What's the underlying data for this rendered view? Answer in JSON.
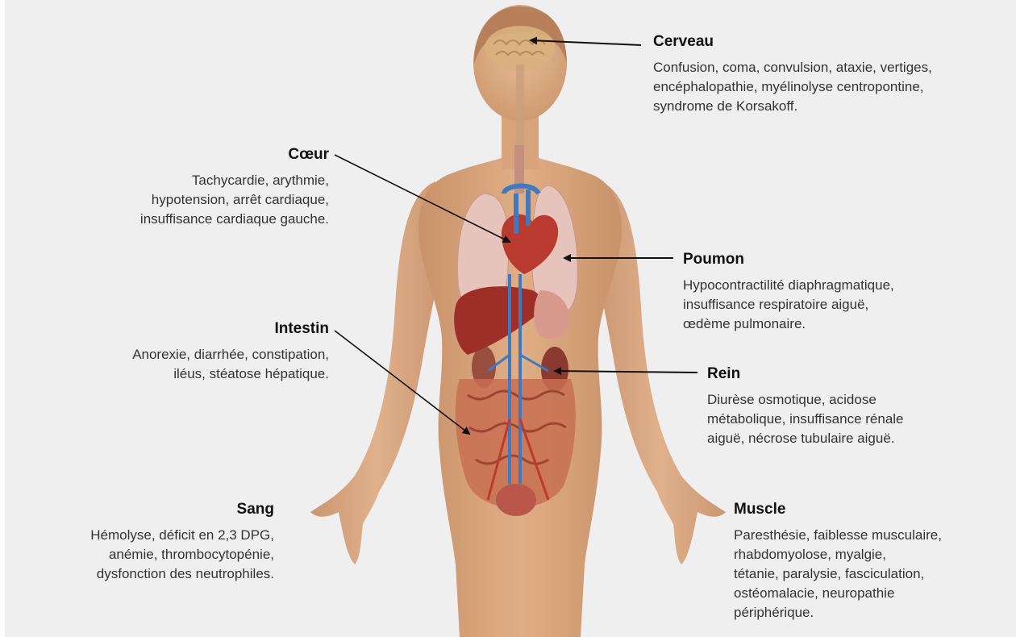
{
  "organs": {
    "cerveau": {
      "title": "Cerveau",
      "desc": "Confusion, coma, convulsion, ataxie, vertiges,\nencéphalopathie, myélinolyse centropontine,\nsyndrome de Korsakoff."
    },
    "coeur": {
      "title": "Cœur",
      "desc": "Tachycardie, arythmie,\nhypotension, arrêt cardiaque,\ninsuffisance cardiaque gauche."
    },
    "poumon": {
      "title": "Poumon",
      "desc": "Hypocontractilité diaphragmatique,\ninsuffisance respiratoire aiguë,\nœdème pulmonaire."
    },
    "intestin": {
      "title": "Intestin",
      "desc": "Anorexie, diarrhée, constipation,\niléus, stéatose hépatique."
    },
    "rein": {
      "title": "Rein",
      "desc": "Diurèse osmotique, acidose\nmétabolique, insuffisance rénale\naiguë, nécrose tubulaire aiguë."
    },
    "sang": {
      "title": "Sang",
      "desc": "Hémolyse, déficit en 2,3 DPG,\nanémie, thrombocytopénie,\ndysfonction des neutrophiles."
    },
    "muscle": {
      "title": "Muscle",
      "desc": "Paresthésie, faiblesse musculaire,\nrhabdomyolose, myalgie,\ntétanie, paralysie, fasciculation,\nostéomalacie, neuropathie\npériphérique."
    }
  },
  "colors": {
    "skin": "#d9a57b",
    "skin_shadow": "#c08a60",
    "organ_red": "#b43a30",
    "liver": "#9e2f28",
    "lung": "#e8c2bb",
    "vessel_blue": "#3f79c2",
    "arrow": "#111111"
  }
}
